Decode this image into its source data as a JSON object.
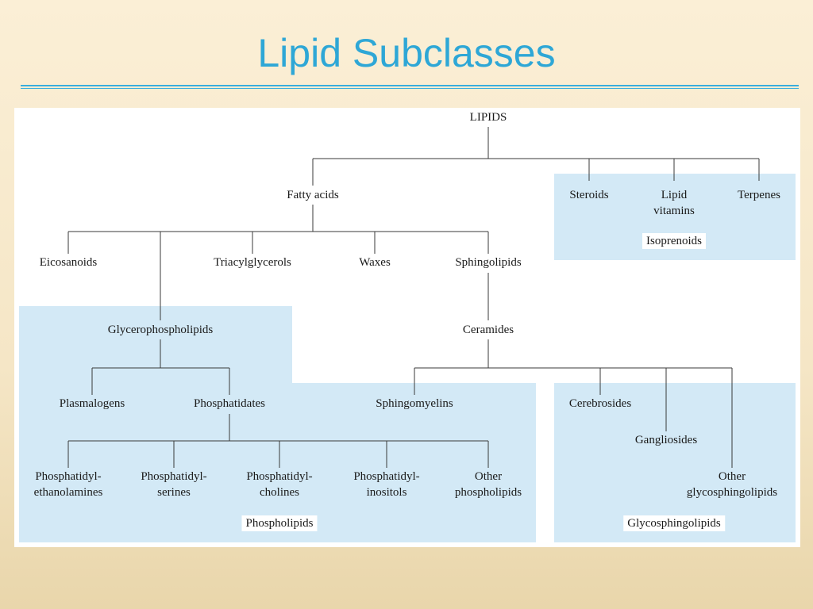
{
  "title": "Lipid Subclasses",
  "diagram": {
    "root": "LIPIDS",
    "fatty_acids": "Fatty acids",
    "steroids": "Steroids",
    "lipid_vitamins": [
      "Lipid",
      "vitamins"
    ],
    "terpenes": "Terpenes",
    "isoprenoids": "Isoprenoids",
    "eicosanoids": "Eicosanoids",
    "triacylglycerols": "Triacylglycerols",
    "waxes": "Waxes",
    "sphingolipids": "Sphingolipids",
    "glycerophospholipids": "Glycerophospholipids",
    "ceramides": "Ceramides",
    "plasmalogens": "Plasmalogens",
    "phosphatidates": "Phosphatidates",
    "sphingomyelins": "Sphingomyelins",
    "cerebrosides": "Cerebrosides",
    "gangliosides": "Gangliosides",
    "other_glyco": [
      "Other",
      "glycosphingolipids"
    ],
    "pe": [
      "Phosphatidyl-",
      "ethanolamines"
    ],
    "ps": [
      "Phosphatidyl-",
      "serines"
    ],
    "pc": [
      "Phosphatidyl-",
      "cholines"
    ],
    "pi": [
      "Phosphatidyl-",
      "inositols"
    ],
    "other_pl": [
      "Other",
      "phospholipids"
    ],
    "phospholipids": "Phospholipids",
    "glycosphingolipids": "Glycosphingolipids"
  },
  "colors": {
    "title": "#2ea7d6",
    "group_fill": "#d3e9f6",
    "line": "#3a3a3a"
  }
}
